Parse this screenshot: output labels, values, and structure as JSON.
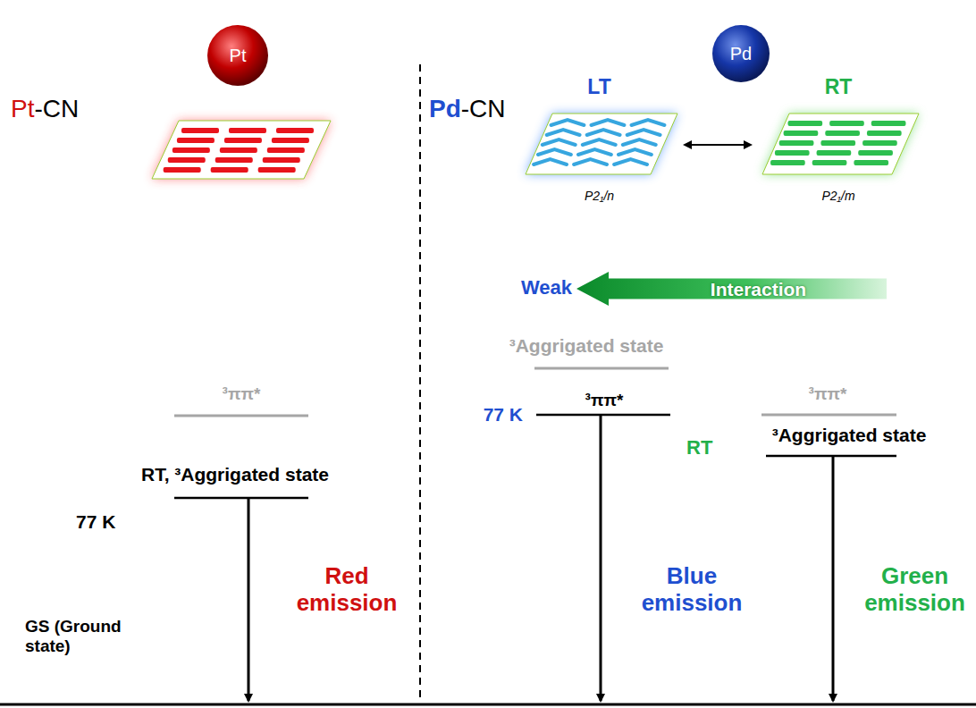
{
  "diagram": {
    "nodes": [
      {
        "text": [
          "Pt"
        ]
      },
      {
        "text": [
          "Pd"
        ]
      },
      {
        "text": [
          "LT",
          "P2₁/n"
        ]
      },
      {
        "text": [
          "RT",
          "P2₁/m"
        ]
      },
      {
        "text": [
          "Interaction"
        ]
      }
    ],
    "edges": [
      {
        "from": 2,
        "to": 3,
        "arrow": "both"
      }
    ],
    "labels": [
      "Pt",
      "-CN",
      "Pd",
      "-CN",
      "Weak",
      "³ππ*",
      "RT, ³Aggrigated state",
      "77 K",
      "Red emission",
      "³Aggrigated state",
      "³ππ*",
      "77 K",
      "Blue emission",
      "RT",
      "³ππ*",
      "³Aggrigated state",
      "Green emission",
      "GS (Ground state)"
    ]
  }
}
